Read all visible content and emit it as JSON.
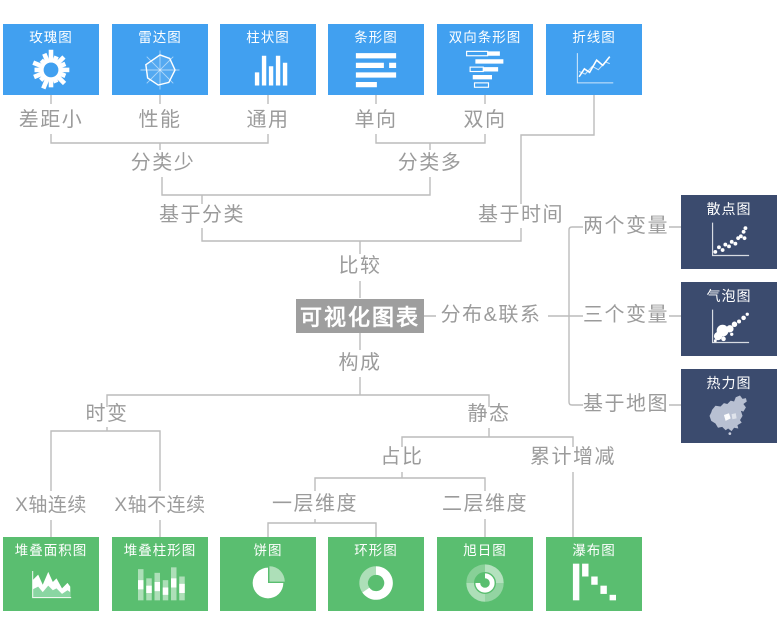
{
  "colors": {
    "blue_box": "#41A0F0",
    "green_box": "#5ABE70",
    "navy_box": "#3B4B6E",
    "root_bg": "#9E9E9E",
    "label_text": "#9B9B9B",
    "line": "#BCBCBC"
  },
  "root_label": "可视化图表",
  "labels": {
    "compare": "比较",
    "composition": "构成",
    "distribution": "分布&联系",
    "by_category": "基于分类",
    "by_time": "基于时间",
    "few_categories": "分类少",
    "many_categories": "分类多",
    "gap_small": "差距小",
    "performance": "性能",
    "general": "通用",
    "one_way": "单向",
    "two_way": "双向",
    "two_vars": "两个变量",
    "three_vars": "三个变量",
    "map_based": "基于地图",
    "time_varying": "时变",
    "static": "静态",
    "x_continuous": "X轴连续",
    "x_discontinuous": "X轴不连续",
    "proportion": "占比",
    "cumulative": "累计增减",
    "one_dim": "一层维度",
    "two_dim": "二层维度"
  },
  "charts": {
    "rose": "玫瑰图",
    "radar": "雷达图",
    "column": "柱状图",
    "bar": "条形图",
    "bidirectional_bar": "双向条形图",
    "line": "折线图",
    "scatter": "散点图",
    "bubble": "气泡图",
    "heatmap": "热力图",
    "stacked_area": "堆叠面积图",
    "stacked_column": "堆叠柱形图",
    "pie": "饼图",
    "donut": "环形图",
    "sunburst": "旭日图",
    "waterfall": "瀑布图"
  }
}
